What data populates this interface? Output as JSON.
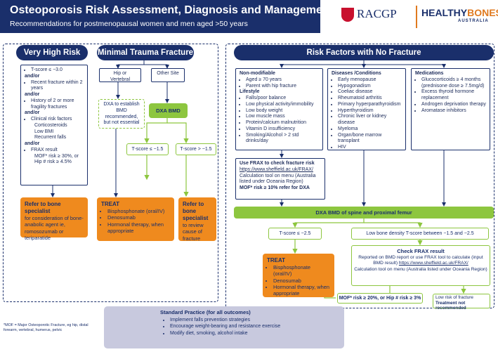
{
  "header": {
    "title": "Osteoporosis Risk Assessment, Diagnosis and Management",
    "subtitle": "Recommendations for postmenopausal women and men aged >50 years"
  },
  "logos": {
    "racgp": "RACGP",
    "healthy": "HEALTHY",
    "bones": "BONES",
    "australia": "AUSTRALIA"
  },
  "colors": {
    "navy": "#1a2f6b",
    "orange": "#ef8a1e",
    "green": "#8dc63f",
    "lavender": "#c8c9de"
  },
  "very_high_risk": {
    "title": "Very High Risk",
    "l1": "T-score ≤ −3.0",
    "a1": "and/or",
    "l2": "Recent fracture within 2 years",
    "a2": "and/or",
    "l3": "History of 2 or more fragility fractures",
    "a3": "and/or",
    "l4": "Clinical risk factors",
    "s1": "Corticosteroids",
    "s2": "Low BMI",
    "s3": "Recurrent falls",
    "a4": "and/or",
    "l5": "FRAX result",
    "s4": "MOF* risk ≥ 30%, or",
    "s5": "Hip # risk ≥ 4.5%",
    "referral_title": "Refer to bone specialist",
    "referral_body": "for consideration of bone-anabolic agent ie, romosozumab or teriparatide"
  },
  "minimal_trauma": {
    "title": "Minimal Trauma Fracture",
    "hip_vertebral": "Hip or Vertebral",
    "other_site": "Other Site",
    "dxa_note": "DXA to establish BMD recommended, but not essential",
    "dxa_bmd": "DXA BMD",
    "t_low": "T-score ≤ −1.5",
    "t_high": "T-score > −1.5",
    "treat_title": "TREAT",
    "treat_1": "Bisphosphonate (oral/IV)",
    "treat_2": "Denosumab",
    "treat_3": "Hormonal therapy, when appropriate",
    "refer_title": "Refer to bone specialist",
    "refer_body": "to review cause of fracture"
  },
  "risk_factors": {
    "title": "Risk Factors with No Fracture",
    "nonmod_title": "Non-modifiable",
    "nonmod": [
      "Aged ≥ 70 years",
      "Parent with hip fracture"
    ],
    "lifestyle_title": "Lifestyle",
    "lifestyle": [
      "Falls/poor balance",
      "Low physical activity/immobility",
      "Low body weight",
      "Low muscle mass",
      "Protein/calcium malnutrition",
      "Vitamin D insufficiency",
      "Smoking/Alcohol > 2 std drinks/day"
    ],
    "diseases_title": "Diseases /Conditions",
    "diseases": [
      "Early menopause",
      "Hypogonadism",
      "Coeliac disease",
      "Rheumatoid arthritis",
      "Primary hyperparathyroidism",
      "Hyperthyroidism",
      "Chronic liver or kidney disease",
      "Myeloma",
      "Organ/bone marrow transplant",
      "HIV"
    ],
    "meds_title": "Medications",
    "meds": [
      "Glucocorticoids ≥ 4 months (prednisone dose ≥ 7.5mg/d)",
      "Excess thyroid hormone replacement",
      "Androgen deprivation therapy",
      "Aromatase inhibitors"
    ],
    "frax_title": "Use FRAX to check fracture risk",
    "frax_url": "https://www.sheffield.ac.uk/FRAX/",
    "frax_body": "Calculation tool on menu (Australia listed under Oceania Region)",
    "frax_refer": "MOF* risk ≥ 10% refer for DXA",
    "dxa_spine": "DXA BMD of spine and proximal femur",
    "t_low": "T-score ≤ −2.5",
    "low_density": "Low bone density T-score between −1.5 and −2.5",
    "treat_title": "TREAT",
    "treat_1": "Bisphosphonate (oral/IV)",
    "treat_2": "Denosumab",
    "treat_3": "Hormonal therapy, when appropriate",
    "check_title": "Check FRAX result",
    "check_body": "Reported on BMD report or use FRAX tool to calculate (input BMD result)",
    "check_url": "https://www.sheffield.ac.uk/FRAX/",
    "check_tail": "Calculation tool on menu (Australia listed under Oceania Region)",
    "mof_result": "MOF* risk ≥ 20%, or Hip # risk ≥ 3%",
    "low_risk": "Low risk of fracture",
    "not_recommended": "Treatment not recommended"
  },
  "standard_practice": {
    "title": "Standard Practice (for all outcomes)",
    "items": [
      "Implement falls prevention strategies",
      "Encourage weight-bearing and resistance exercise",
      "Modify diet, smoking, alcohol intake"
    ]
  },
  "footnote": "*MOF = Major Osteoporotic Fracture, eg hip, distal forearm, vertebral, humerus, pelvic"
}
